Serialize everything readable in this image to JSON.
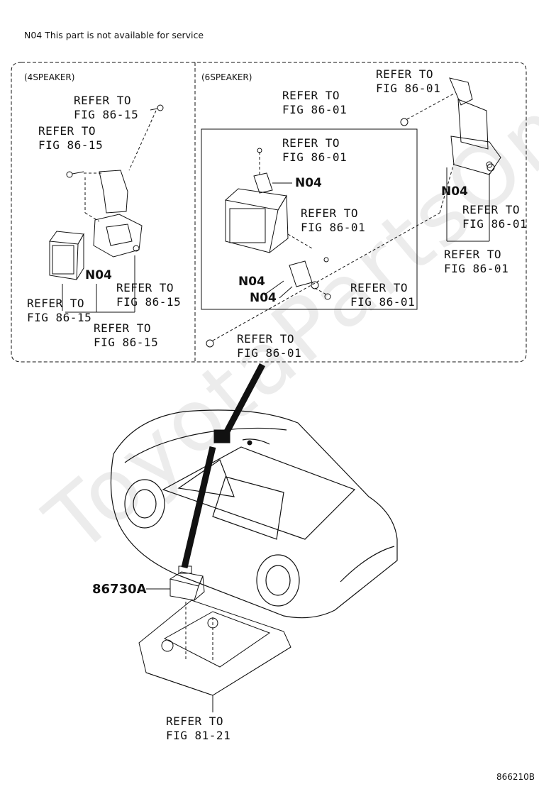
{
  "note": "N04 This part is not available for service",
  "document_id": "866210B",
  "watermark": "ToyotaPartsOnline.ru",
  "panels": {
    "left": {
      "title": "(4SPEAKER)",
      "callouts": [
        "REFER TO\nFIG 86-15",
        "REFER TO\nFIG 86-15",
        "REFER TO\nFIG 86-15",
        "REFER TO\nFIG 86-15",
        "REFER TO\nFIG 86-15"
      ],
      "codes": [
        "N04"
      ]
    },
    "right": {
      "title": "(6SPEAKER)",
      "callouts": [
        "REFER TO\nFIG 86-01",
        "REFER TO\nFIG 86-01",
        "REFER TO\nFIG 86-01",
        "REFER TO\nFIG 86-01",
        "REFER TO\nFIG 86-01",
        "REFER TO\nFIG 86-01",
        "REFER TO\nFIG 86-01",
        "REFER TO\nFIG 86-01"
      ],
      "codes": [
        "N04",
        "N04",
        "N04",
        "N04"
      ]
    }
  },
  "bottom": {
    "part_number": "86730A",
    "callout": "REFER TO\nFIG 81-21"
  }
}
